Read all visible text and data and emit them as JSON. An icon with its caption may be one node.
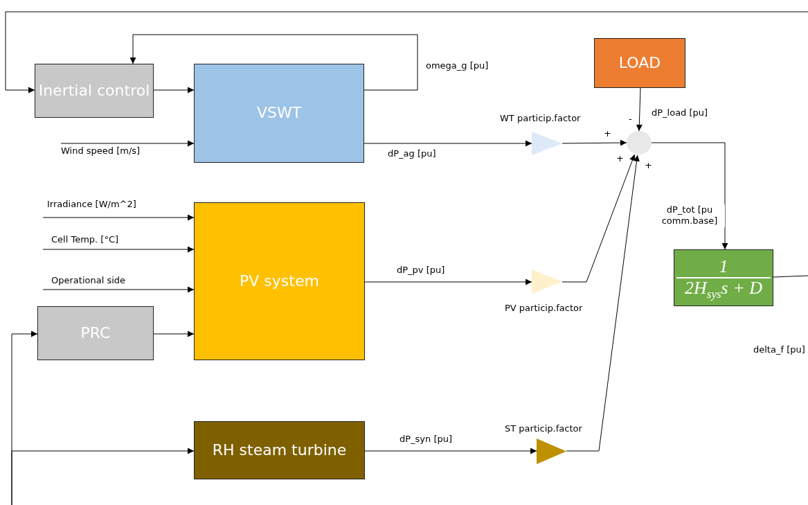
{
  "diagram": {
    "nodes": [
      {
        "text": [
          "Inertial control"
        ]
      },
      {
        "text": [
          "VSWT"
        ]
      },
      {
        "text": [
          "LOAD"
        ]
      },
      {
        "text": [],
        "shape": "triangle",
        "beside": [
          "WT particip.factor"
        ]
      },
      {
        "text": [],
        "shape": "circle"
      },
      {
        "text": [
          "PV system"
        ]
      },
      {
        "text": [],
        "shape": "triangle",
        "beside": [
          "PV particip.factor"
        ]
      },
      {
        "text": [
          "PRC"
        ]
      },
      {
        "text": [
          "RH steam turbine"
        ]
      },
      {
        "text": [],
        "shape": "triangle",
        "beside": [
          "ST particip.factor"
        ]
      },
      {
        "text": [
          "1",
          "2H$_{sys}$s + D"
        ]
      }
    ],
    "edges": [
      {
        "from": 1,
        "to": 0,
        "arrow": "to",
        "label": "omega_g [pu]"
      },
      {
        "from": null,
        "to": 0,
        "arrow": "to"
      },
      {
        "from": 0,
        "to": 1,
        "arrow": "to"
      },
      {
        "from": null,
        "to": 1,
        "arrow": "to",
        "label": "Wind speed [m/s]"
      },
      {
        "from": 1,
        "to": 3,
        "arrow": "to",
        "label": "dP_ag [pu]"
      },
      {
        "from": 3,
        "to": 4,
        "arrow": "to"
      },
      {
        "from": 2,
        "to": 4,
        "arrow": "to",
        "label": "dP_load [pu]"
      },
      {
        "from": null,
        "to": 5,
        "arrow": "to",
        "label": "Irradiance [W/m^2]"
      },
      {
        "from": null,
        "to": 5,
        "arrow": "to",
        "label": "Cell Temp. [°C]"
      },
      {
        "from": null,
        "to": 5,
        "arrow": "to",
        "label": "Operational side"
      },
      {
        "from": 7,
        "to": 5,
        "arrow": "to"
      },
      {
        "from": 5,
        "to": 6,
        "arrow": "to",
        "label": "dP_pv [pu]"
      },
      {
        "from": 6,
        "to": 4,
        "arrow": "to"
      },
      {
        "from": 8,
        "to": 9,
        "arrow": "to",
        "label": "dP_syn [pu]"
      },
      {
        "from": 9,
        "to": 4,
        "arrow": "to"
      },
      {
        "from": 4,
        "to": 10,
        "arrow": "to",
        "label": "dP_tot [pu comm.base]"
      },
      {
        "from": 10,
        "to": null,
        "arrow": "none"
      },
      {
        "from": null,
        "to": 7,
        "arrow": "to"
      },
      {
        "from": null,
        "to": 8,
        "arrow": "to"
      }
    ],
    "labels": [
      "+",
      "-",
      "+",
      "+",
      "delta_f [pu]"
    ]
  }
}
